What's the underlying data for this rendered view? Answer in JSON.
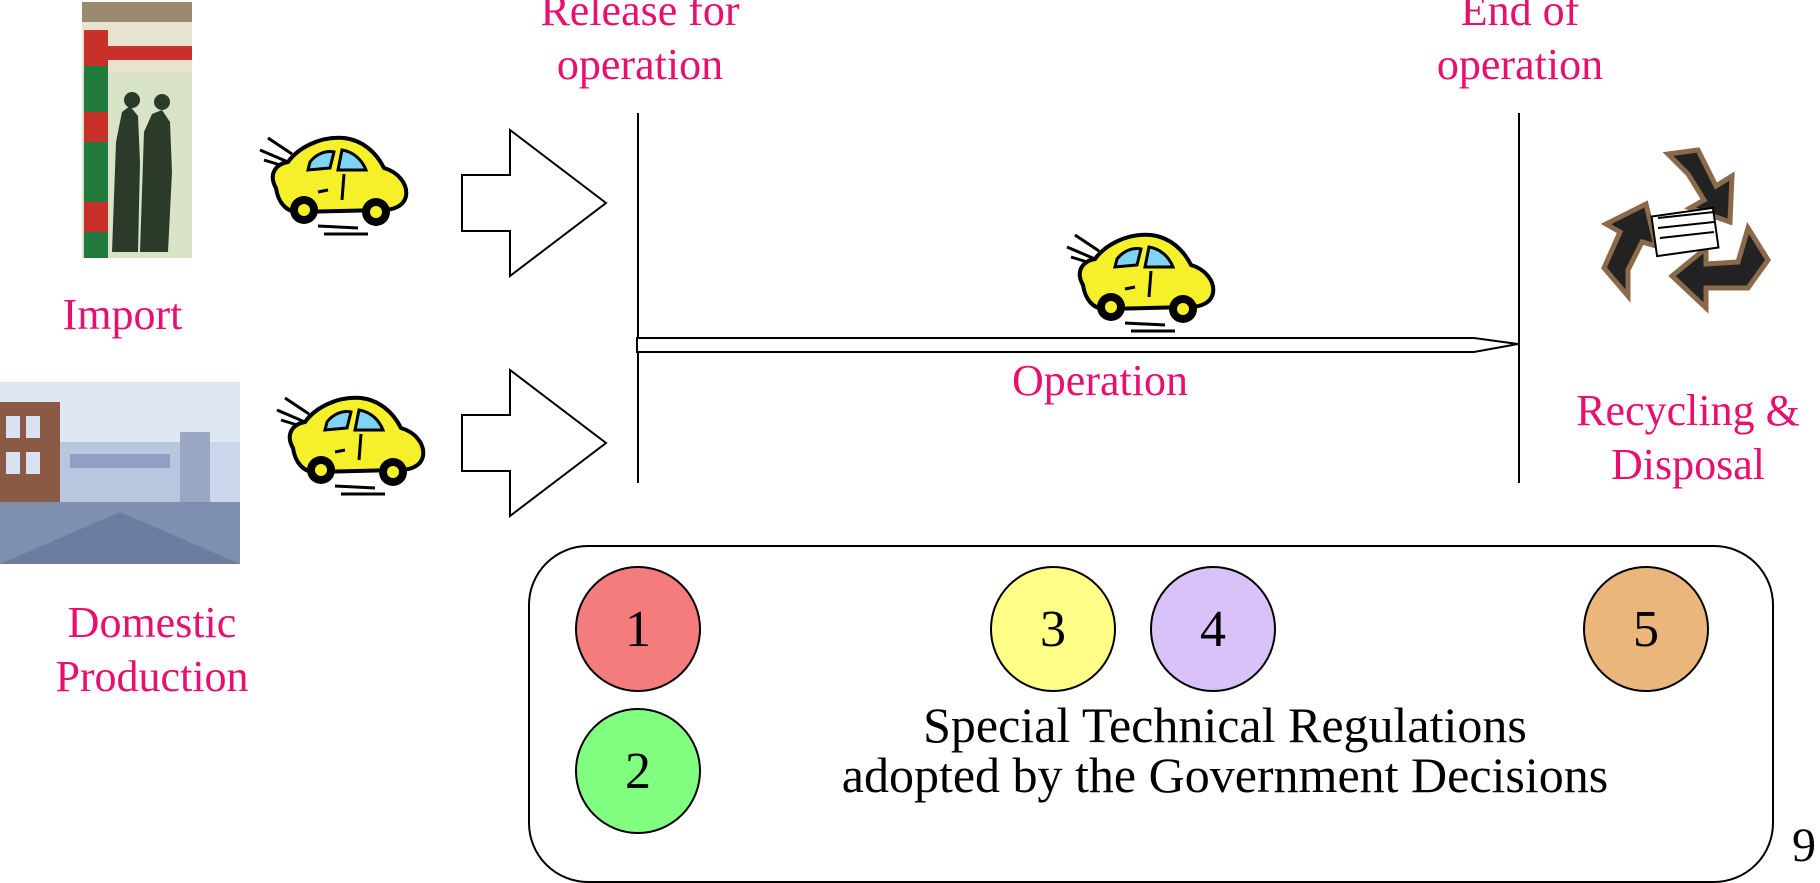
{
  "labels": {
    "release": "Release for\noperation",
    "end": "End of\noperation",
    "import": "Import",
    "domestic": "Domestic\nProduction",
    "operation": "Operation",
    "recycling": "Recycling &\nDisposal"
  },
  "regulations": {
    "circles": [
      "1",
      "2",
      "3",
      "4",
      "5"
    ],
    "text": "Special Technical Regulations\nadopted by the Government Decisions"
  },
  "page_number": "9",
  "colors": {
    "label": "#e8106e",
    "circle_1": "#f57c7c",
    "circle_2": "#80ff80",
    "circle_3": "#ffff88",
    "circle_4": "#d9c2f7",
    "circle_5": "#ebb67c",
    "car_body": "#f5f02a"
  }
}
